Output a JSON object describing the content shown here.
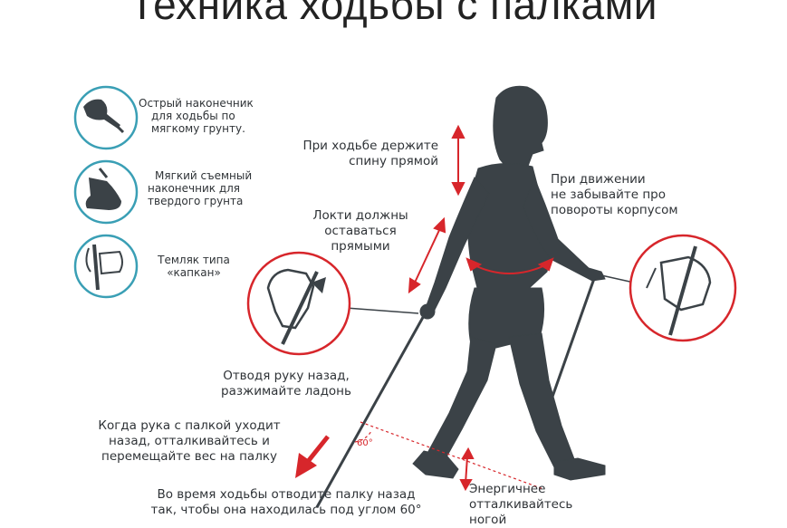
{
  "title": "Техника ходьбы с палками",
  "colors": {
    "accent": "#d7262b",
    "figure": "#3b4247",
    "circle": "#3a9fb5",
    "text": "#2f3337"
  },
  "icons": [
    {
      "name": "sharp-tip-icon",
      "lines": [
        "Острый наконечник",
        "для ходьбы по",
        "мягкому грунту."
      ]
    },
    {
      "name": "rubber-tip-icon",
      "lines": [
        "Мягкий съемный",
        "наконечник для",
        "твердого грунта"
      ]
    },
    {
      "name": "strap-icon",
      "lines": [
        "Темляк типа",
        "«капкан»"
      ]
    }
  ],
  "tips": {
    "back": [
      "При ходьбе держите",
      "спину прямой"
    ],
    "elbows": [
      "Локти должны",
      "оставаться",
      "прямыми"
    ],
    "rotate": [
      "При движении",
      "не забывайте про",
      "повороты корпусом"
    ],
    "palm": [
      "Отводя руку назад,",
      "разжимайте ладонь"
    ],
    "push": [
      "Когда рука с палкой уходит",
      "назад, отталкивайтесь и",
      "перемещайте вес на палку"
    ],
    "angle_text": [
      "Во время ходьбы отводите палку назад",
      "так, чтобы она находилась под углом 60°"
    ],
    "legs": [
      "Энергичнее",
      "отталкивайтесь",
      "ногой"
    ]
  },
  "angle_label": "60°"
}
